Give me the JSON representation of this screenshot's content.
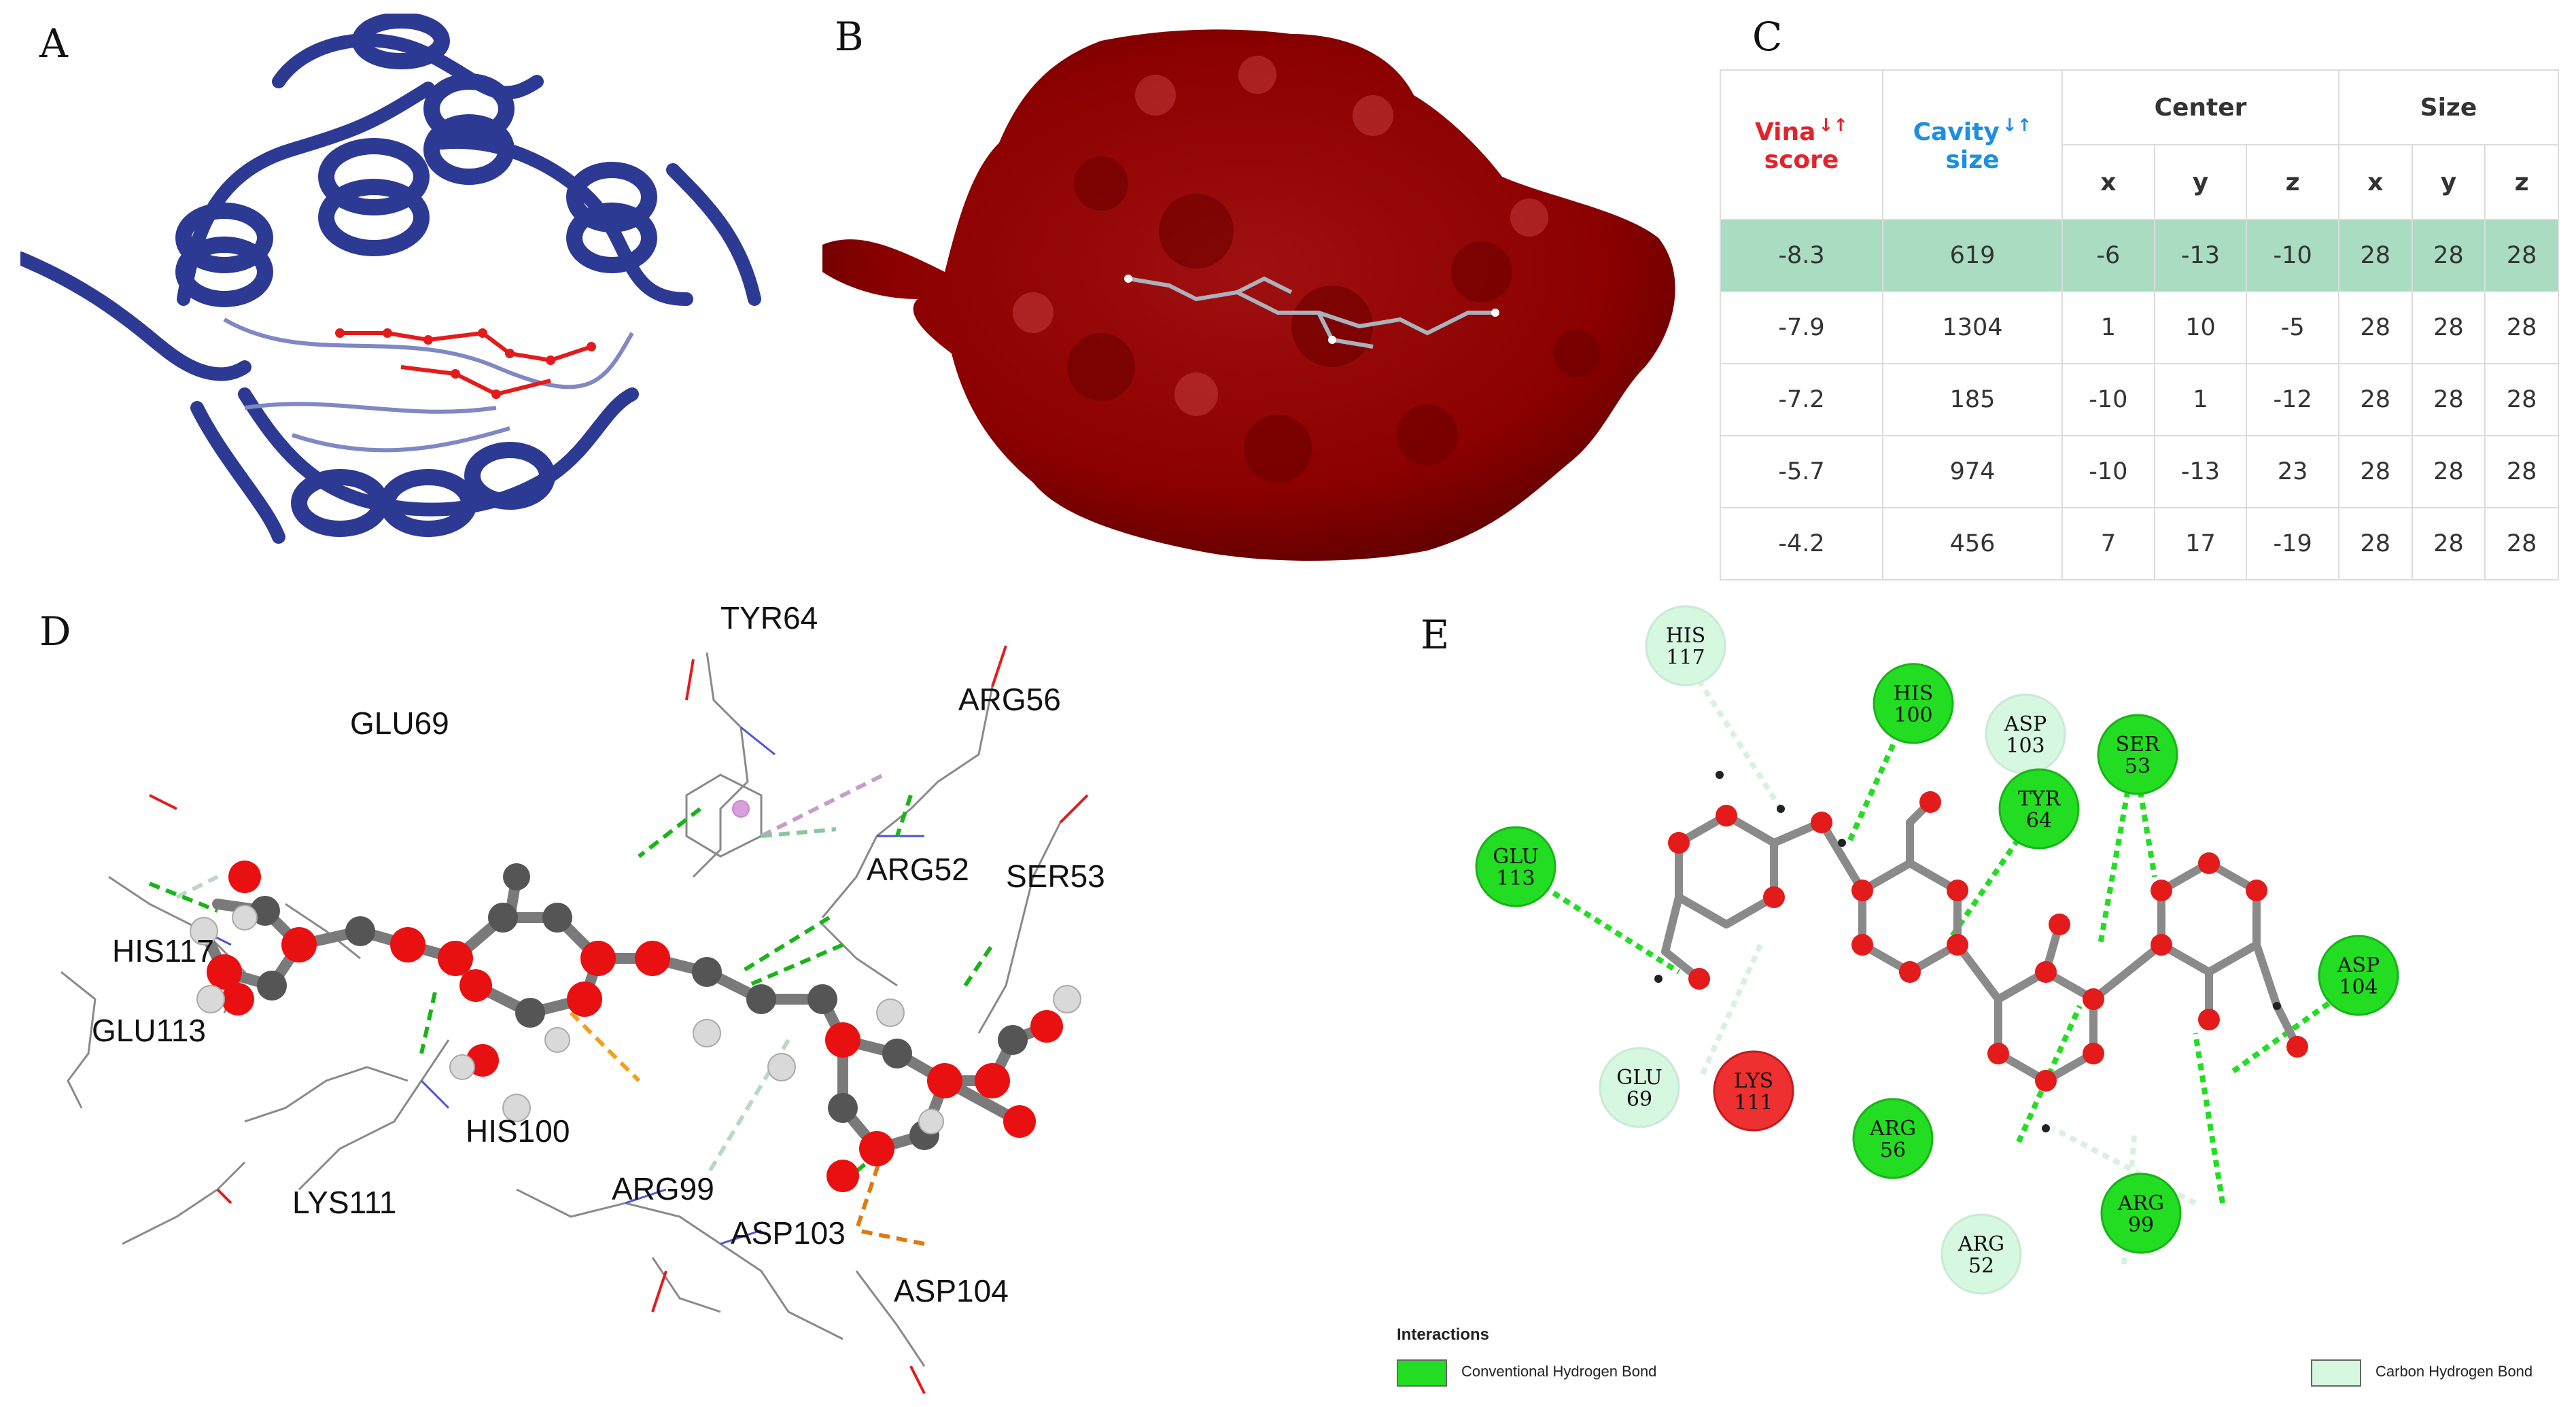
{
  "panels": {
    "a": "A",
    "b": "B",
    "c": "C",
    "d": "D",
    "e": "E"
  },
  "table": {
    "headers": {
      "vina_top": "Vina",
      "vina_bottom": "score",
      "cavity_top": "Cavity",
      "cavity_bottom": "size",
      "center": "Center",
      "size": "Size",
      "x": "x",
      "y": "y",
      "z": "z"
    },
    "rows": [
      [
        "-8.3",
        "619",
        "-6",
        "-13",
        "-10",
        "28",
        "28",
        "28"
      ],
      [
        "-7.9",
        "1304",
        "1",
        "10",
        "-5",
        "28",
        "28",
        "28"
      ],
      [
        "-7.2",
        "185",
        "-10",
        "1",
        "-12",
        "28",
        "28",
        "28"
      ],
      [
        "-5.7",
        "974",
        "-10",
        "-13",
        "23",
        "28",
        "28",
        "28"
      ],
      [
        "-4.2",
        "456",
        "7",
        "17",
        "-19",
        "28",
        "28",
        "28"
      ]
    ],
    "colors": {
      "selected_row": "#a9dcc0",
      "vina_header": "#e3232c",
      "cavity_header": "#1e8fe0"
    }
  },
  "panel_d": {
    "labels": [
      "TYR64",
      "ARG56",
      "GLU69",
      "ARG52",
      "SER53",
      "HIS117",
      "GLU113",
      "HIS100",
      "LYS111",
      "ARG99",
      "ASP103",
      "ASP104"
    ]
  },
  "panel_e": {
    "residues": [
      {
        "name": "HIS",
        "num": "117",
        "kind": "carbon"
      },
      {
        "name": "HIS",
        "num": "100",
        "kind": "conventional"
      },
      {
        "name": "ASP",
        "num": "103",
        "kind": "carbon"
      },
      {
        "name": "SER",
        "num": "53",
        "kind": "conventional"
      },
      {
        "name": "TYR",
        "num": "64",
        "kind": "conventional"
      },
      {
        "name": "GLU",
        "num": "113",
        "kind": "conventional"
      },
      {
        "name": "ASP",
        "num": "104",
        "kind": "conventional"
      },
      {
        "name": "GLU",
        "num": "69",
        "kind": "carbon"
      },
      {
        "name": "LYS",
        "num": "111",
        "kind": "unfavorable"
      },
      {
        "name": "ARG",
        "num": "56",
        "kind": "conventional"
      },
      {
        "name": "ARG",
        "num": "99",
        "kind": "conventional"
      },
      {
        "name": "ARG",
        "num": "52",
        "kind": "carbon"
      }
    ],
    "legend": {
      "title": "Interactions",
      "conventional": "Conventional Hydrogen Bond",
      "carbon": "Carbon Hydrogen Bond"
    },
    "colors": {
      "conventional": "#22dd22",
      "carbon": "#d6f7e0",
      "unfavorable": "#ee3030"
    }
  }
}
